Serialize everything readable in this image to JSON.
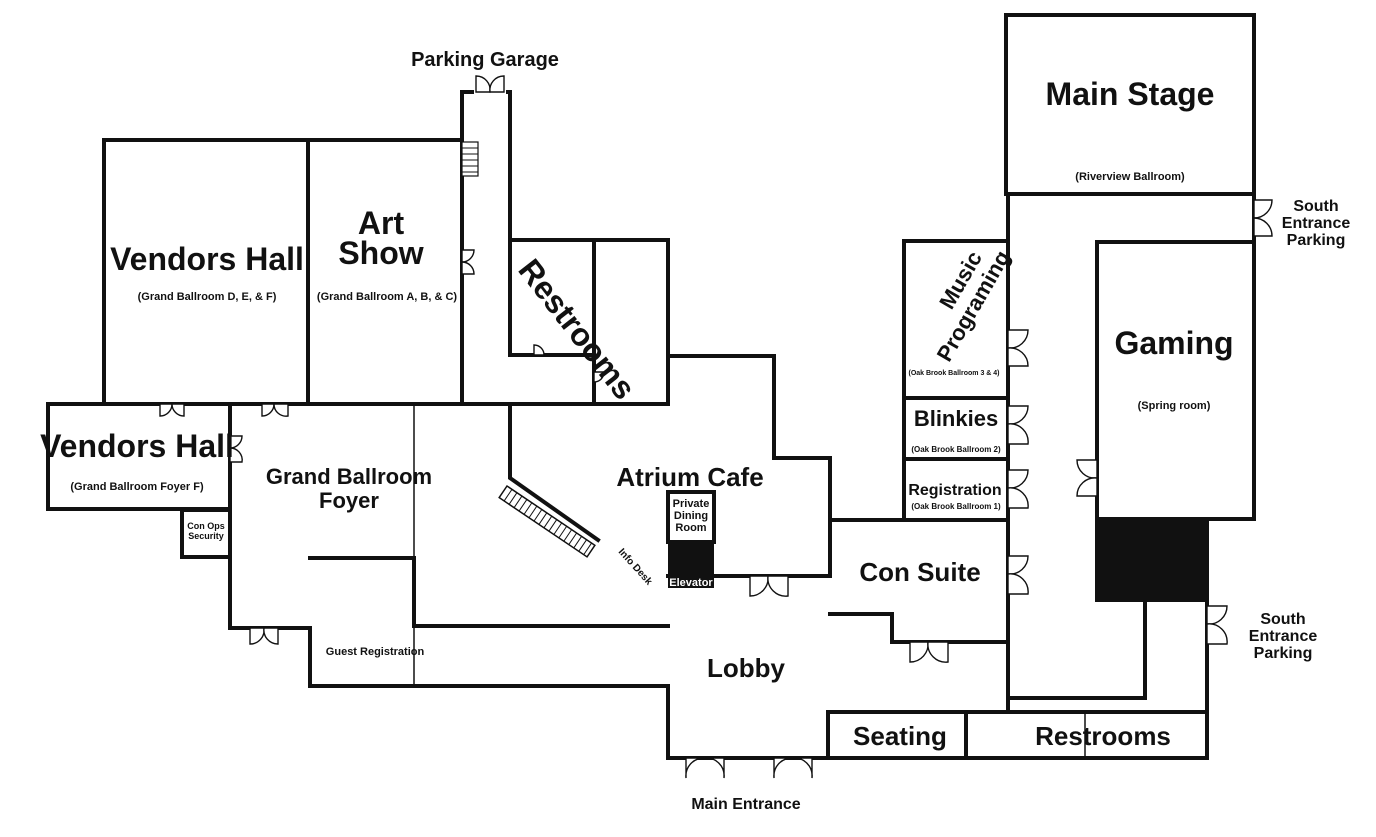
{
  "map": {
    "rooms": {
      "vendors_hall": {
        "name": "Vendors Hall",
        "sub": "(Grand Ballroom D, E, & F)"
      },
      "art_show": {
        "line1": "Art",
        "line2": "Show",
        "sub": "(Grand Ballroom A, B, & C)"
      },
      "vendors_hall_foyer": {
        "name": "Vendors Hall",
        "sub": "(Grand Ballroom Foyer F)"
      },
      "con_ops": {
        "line1": "Con Ops",
        "line2": "Security"
      },
      "grand_ballroom_foyer": {
        "line1": "Grand Ballroom",
        "line2": "Foyer"
      },
      "guest_registration": {
        "name": "Guest Registration"
      },
      "restrooms_upper": {
        "name": "Restrooms"
      },
      "atrium_cafe": {
        "name": "Atrium Cafe"
      },
      "private_dining": {
        "line1": "Private",
        "line2": "Dining",
        "line3": "Room"
      },
      "elevator": {
        "name": "Elevator"
      },
      "info_desk": {
        "name": "Info Desk"
      },
      "lobby": {
        "name": "Lobby"
      },
      "main_stage": {
        "name": "Main Stage",
        "sub": "(Riverview Ballroom)"
      },
      "music": {
        "line1": "Music",
        "line2": "Programing",
        "sub": "(Oak Brook Ballroom 3 & 4)"
      },
      "blinkies": {
        "name": "Blinkies",
        "sub": "(Oak Brook Ballroom 2)"
      },
      "registration": {
        "name": "Registration",
        "sub": "(Oak Brook  Ballroom 1)"
      },
      "gaming": {
        "name": "Gaming",
        "sub": "(Spring room)"
      },
      "con_suite": {
        "name": "Con Suite"
      },
      "seating": {
        "name": "Seating"
      },
      "restrooms_lower": {
        "name": "Restrooms"
      }
    },
    "entrances": {
      "parking_garage": "Parking Garage",
      "main_entrance": "Main Entrance",
      "south_upper": {
        "line1": "South",
        "line2": "Entrance",
        "line3": "Parking"
      },
      "south_lower": {
        "line1": "South",
        "line2": "Entrance",
        "line3": "Parking"
      }
    },
    "colors": {
      "wall": "#111111",
      "background": "#ffffff",
      "filled": "#111111"
    }
  }
}
